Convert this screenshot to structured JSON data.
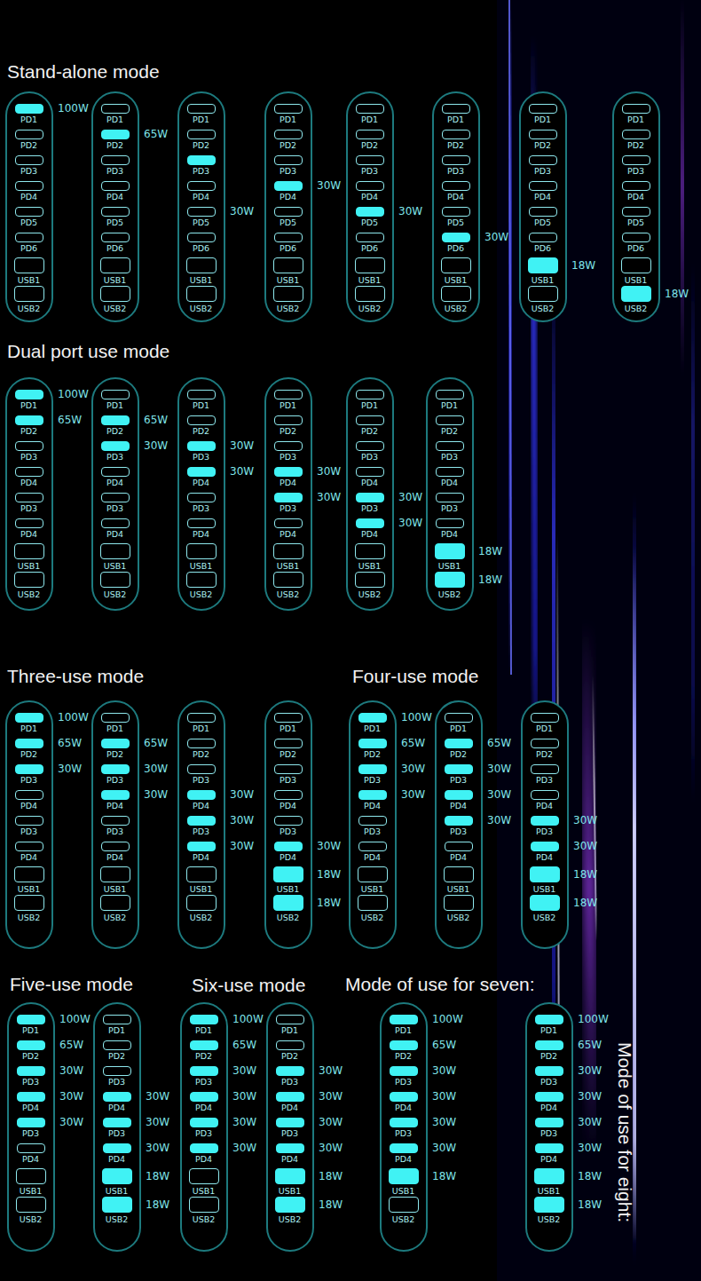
{
  "diagram": {
    "nodes": [
      {
        "text": [
          "PD1",
          "PD2",
          "PD3",
          "PD4",
          "PD5",
          "PD6",
          "USB1",
          "USB2",
          "100W"
        ]
      },
      {
        "text": [
          "PD1",
          "PD2",
          "PD3",
          "PD4",
          "PD5",
          "PD6",
          "USB1",
          "USB2",
          "65W"
        ]
      },
      {
        "text": [
          "PD1",
          "PD2",
          "PD3",
          "PD4",
          "PD5",
          "PD6",
          "USB1",
          "USB2",
          "30W"
        ]
      },
      {
        "text": [
          "PD1",
          "PD2",
          "PD3",
          "PD4",
          "PD5",
          "PD6",
          "USB1",
          "USB2",
          "30W"
        ]
      },
      {
        "text": [
          "PD1",
          "PD2",
          "PD3",
          "PD4",
          "PD5",
          "PD6",
          "USB1",
          "USB2",
          "30W"
        ]
      },
      {
        "text": [
          "PD1",
          "PD2",
          "PD3",
          "PD4",
          "PD5",
          "PD6",
          "USB1",
          "USB2",
          "30W"
        ]
      },
      {
        "text": [
          "PD1",
          "PD2",
          "PD3",
          "PD4",
          "PD5",
          "PD6",
          "USB1",
          "USB2",
          "18W"
        ]
      },
      {
        "text": [
          "PD1",
          "PD2",
          "PD3",
          "PD4",
          "PD5",
          "PD6",
          "USB1",
          "USB2",
          "18W"
        ]
      },
      {
        "text": [
          "PD1",
          "PD2",
          "PD3",
          "PD4",
          "PD3",
          "PD4",
          "USB1",
          "USB2",
          "100W",
          "65W"
        ]
      },
      {
        "text": [
          "PD1",
          "PD2",
          "PD3",
          "PD4",
          "PD3",
          "PD4",
          "USB1",
          "USB2",
          "65W",
          "30W"
        ]
      },
      {
        "text": [
          "PD1",
          "PD2",
          "PD3",
          "PD4",
          "PD3",
          "PD4",
          "USB1",
          "USB2",
          "30W",
          "30W"
        ]
      },
      {
        "text": [
          "PD1",
          "PD2",
          "PD3",
          "PD4",
          "PD3",
          "PD4",
          "USB1",
          "USB2",
          "30W",
          "30W"
        ]
      },
      {
        "text": [
          "PD1",
          "PD2",
          "PD3",
          "PD4",
          "PD3",
          "PD4",
          "USB1",
          "USB2",
          "30W",
          "30W"
        ]
      },
      {
        "text": [
          "PD1",
          "PD2",
          "PD3",
          "PD4",
          "PD3",
          "PD4",
          "USB1",
          "USB2",
          "18W",
          "18W"
        ]
      },
      {
        "text": [
          "PD1",
          "PD2",
          "PD3",
          "PD4",
          "PD3",
          "PD4",
          "USB1",
          "USB2",
          "100W",
          "65W",
          "30W"
        ]
      },
      {
        "text": [
          "PD1",
          "PD2",
          "PD3",
          "PD4",
          "PD3",
          "PD4",
          "USB1",
          "USB2",
          "65W",
          "30W",
          "30W"
        ]
      },
      {
        "text": [
          "PD1",
          "PD2",
          "PD3",
          "PD4",
          "PD3",
          "PD4",
          "USB1",
          "USB2",
          "30W",
          "30W",
          "30W"
        ]
      },
      {
        "text": [
          "PD1",
          "PD2",
          "PD3",
          "PD4",
          "PD3",
          "PD4",
          "USB1",
          "USB2",
          "30W",
          "18W",
          "18W"
        ]
      },
      {
        "text": [
          "PD1",
          "PD2",
          "PD3",
          "PD4",
          "PD3",
          "PD4",
          "USB1",
          "USB2",
          "100W",
          "65W",
          "30W",
          "30W"
        ]
      },
      {
        "text": [
          "PD1",
          "PD2",
          "PD3",
          "PD4",
          "PD3",
          "PD4",
          "USB1",
          "USB2",
          "65W",
          "30W",
          "30W",
          "30W"
        ]
      },
      {
        "text": [
          "PD1",
          "PD2",
          "PD3",
          "PD4",
          "PD3",
          "PD4",
          "USB1",
          "USB2",
          "30W",
          "30W",
          "18W",
          "18W"
        ]
      },
      {
        "text": [
          "PD1",
          "PD2",
          "PD3",
          "PD4",
          "PD3",
          "PD4",
          "USB1",
          "USB2",
          "100W",
          "65W",
          "30W",
          "30W",
          "30W"
        ]
      },
      {
        "text": [
          "PD1",
          "PD2",
          "PD3",
          "PD4",
          "PD3",
          "PD4",
          "USB1",
          "USB2",
          "30W",
          "30W",
          "30W",
          "18W",
          "18W"
        ]
      },
      {
        "text": [
          "PD1",
          "PD2",
          "PD3",
          "PD4",
          "PD3",
          "PD4",
          "USB1",
          "USB2",
          "100W",
          "65W",
          "30W",
          "30W",
          "30W",
          "30W"
        ]
      },
      {
        "text": [
          "PD1",
          "PD2",
          "PD3",
          "PD4",
          "PD3",
          "PD4",
          "USB1",
          "USB2",
          "30W",
          "30W",
          "30W",
          "30W",
          "18W",
          "18W"
        ]
      },
      {
        "text": [
          "PD1",
          "PD2",
          "PD3",
          "PD4",
          "PD3",
          "PD4",
          "USB1",
          "USB2",
          "100W",
          "65W",
          "30W",
          "30W",
          "30W",
          "30W",
          "18W"
        ]
      },
      {
        "text": [
          "PD1",
          "PD2",
          "PD3",
          "PD4",
          "PD3",
          "PD4",
          "USB1",
          "USB2",
          "100W",
          "65W",
          "30W",
          "30W",
          "30W",
          "30W",
          "18W",
          "18W"
        ]
      }
    ],
    "labels": [
      "Stand-alone mode",
      "Dual port use mode",
      "Three-use mode",
      "Four-use mode",
      "Five-use mode",
      "Six-use mode",
      "Mode of use for seven:",
      "Mode of use for eight:"
    ]
  }
}
